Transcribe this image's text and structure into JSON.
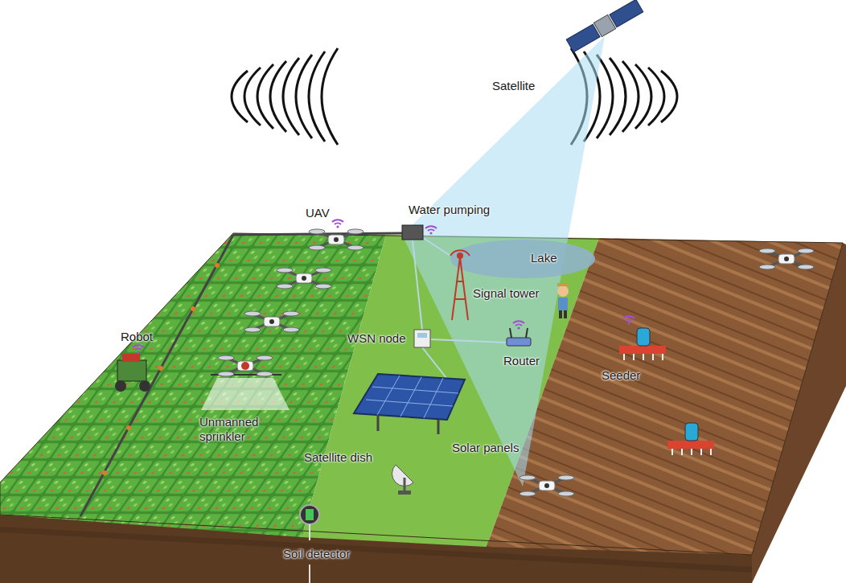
{
  "diagram": {
    "labels": [
      "Satellite",
      "UAV",
      "Water pumping",
      "Lake",
      "Signal tower",
      "Robot",
      "WSN node",
      "Router",
      "Seeder",
      "Solar panels",
      "Unmanned sprinkler",
      "Satellite dish",
      "Soil detector"
    ]
  }
}
